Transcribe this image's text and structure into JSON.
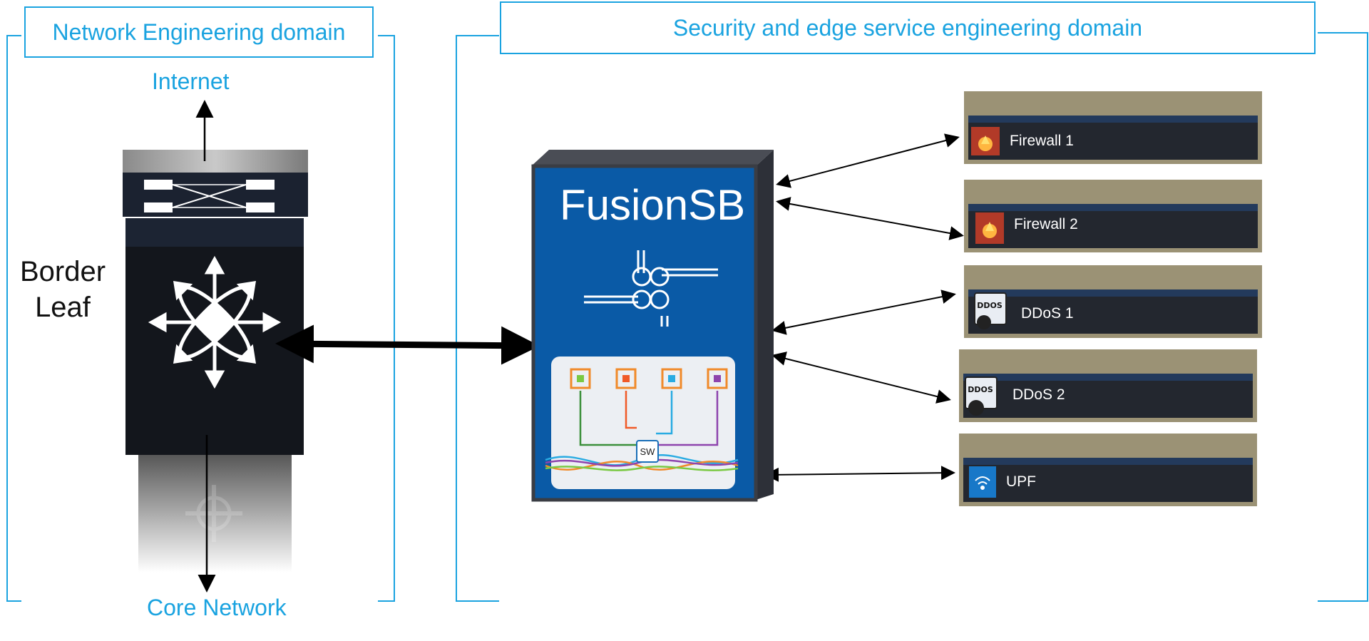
{
  "domains": {
    "network": "Network Engineering domain",
    "security": "Security and edge service engineering domain"
  },
  "labels": {
    "internet": "Internet",
    "core_network": "Core Network",
    "border_leaf_line1": "Border",
    "border_leaf_line2": "Leaf"
  },
  "fusion": {
    "title": "FusionSB",
    "switch_chip": "SW"
  },
  "devices": [
    {
      "label": "Firewall 1",
      "icon": "firewall-icon"
    },
    {
      "label": "Firewall 2",
      "icon": "firewall-icon"
    },
    {
      "label": "DDoS 1",
      "icon": "ddos-icon",
      "icon_text": "DDOS"
    },
    {
      "label": "DDoS 2",
      "icon": "ddos-icon",
      "icon_text": "DDOS"
    },
    {
      "label": "UPF",
      "icon": "wifi-icon"
    }
  ],
  "colors": {
    "accent": "#1aa3e0",
    "fusion_blue": "#0a5aa6",
    "device_dark": "#23272f",
    "chip_orange": "#f08a2a"
  }
}
